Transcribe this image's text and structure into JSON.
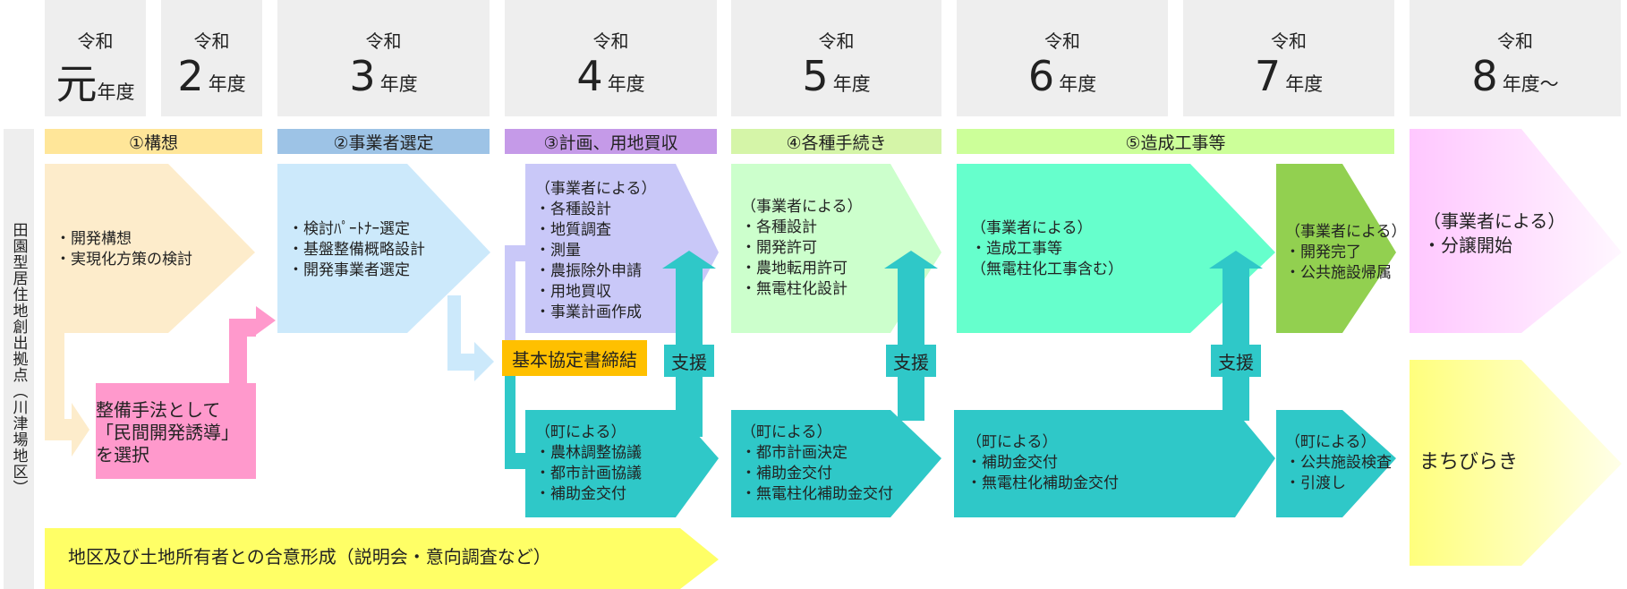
{
  "years": [
    {
      "era": "令和",
      "num": "元",
      "unit": "年度"
    },
    {
      "era": "令和",
      "num": "2",
      "unit": "年度"
    },
    {
      "era": "令和",
      "num": "3",
      "unit": "年度"
    },
    {
      "era": "令和",
      "num": "4",
      "unit": "年度"
    },
    {
      "era": "令和",
      "num": "5",
      "unit": "年度"
    },
    {
      "era": "令和",
      "num": "6",
      "unit": "年度"
    },
    {
      "era": "令和",
      "num": "7",
      "unit": "年度"
    },
    {
      "era": "令和",
      "num": "8",
      "unit": "年度～"
    }
  ],
  "side_label": "田園型居住地創出拠点（川津場地区）",
  "phases": [
    {
      "label": "①構想",
      "color": "#ffe699"
    },
    {
      "label": "②事業者選定",
      "color": "#9dc3e6"
    },
    {
      "label": "③計画、用地買収",
      "color": "#c59ae8"
    },
    {
      "label": "④各種手続き",
      "color": "#d5f5a8"
    },
    {
      "label": "⑤造成工事等",
      "color": "#ccff99"
    }
  ],
  "blocks": {
    "kousou": "・開発構想\n・実現化方策の検討",
    "seibi": "整備手法として\n「民間開発誘導」\nを選択",
    "senntei": "・検討ﾊﾟｰﾄﾅｰ選定\n・基盤整備概略設計\n・開発事業者選定",
    "y4_biz": "（事業者による）\n・各種設計\n・地質調査\n・測量\n・農振除外申請\n・用地買収\n・事業計画作成",
    "kyoutei": "基本協定書締結",
    "y4_town": "（町による）\n・農林調整協議\n・都市計画協議\n・補助金交付",
    "y5_biz": "（事業者による）\n・各種設計\n・開発許可\n・農地転用許可\n・無電柱化設計",
    "y5_town": "（町による）\n・都市計画決定\n・補助金交付\n・無電柱化補助金交付",
    "y6_biz": "（事業者による）\n・造成工事等\n（無電柱化工事含む）",
    "y6_town": "（町による）\n・補助金交付\n・無電柱化補助金交付",
    "y7_biz": "（事業者による）\n・開発完了\n・公共施設帰属",
    "y7_town": "（町による）\n・公共施設検査\n・引渡し",
    "y8_biz": "（事業者による）\n・分譲開始",
    "machi": "まちびらき",
    "goui": "地区及び土地所有者との合意形成（説明会・意向調査など）"
  },
  "support_label": "支援",
  "colors": {
    "yellow_light": "#fdeccb",
    "pink": "#ff99cc",
    "blue_light": "#cce9fb",
    "lavender": "#c9c8f8",
    "teal": "#2fc8c8",
    "mint_light": "#ccffcc",
    "mint": "#66ffcc",
    "green_dark": "#92d050",
    "pink_light": "#ff99ff",
    "yellow": "#ffff66",
    "orange": "#ffc000"
  }
}
